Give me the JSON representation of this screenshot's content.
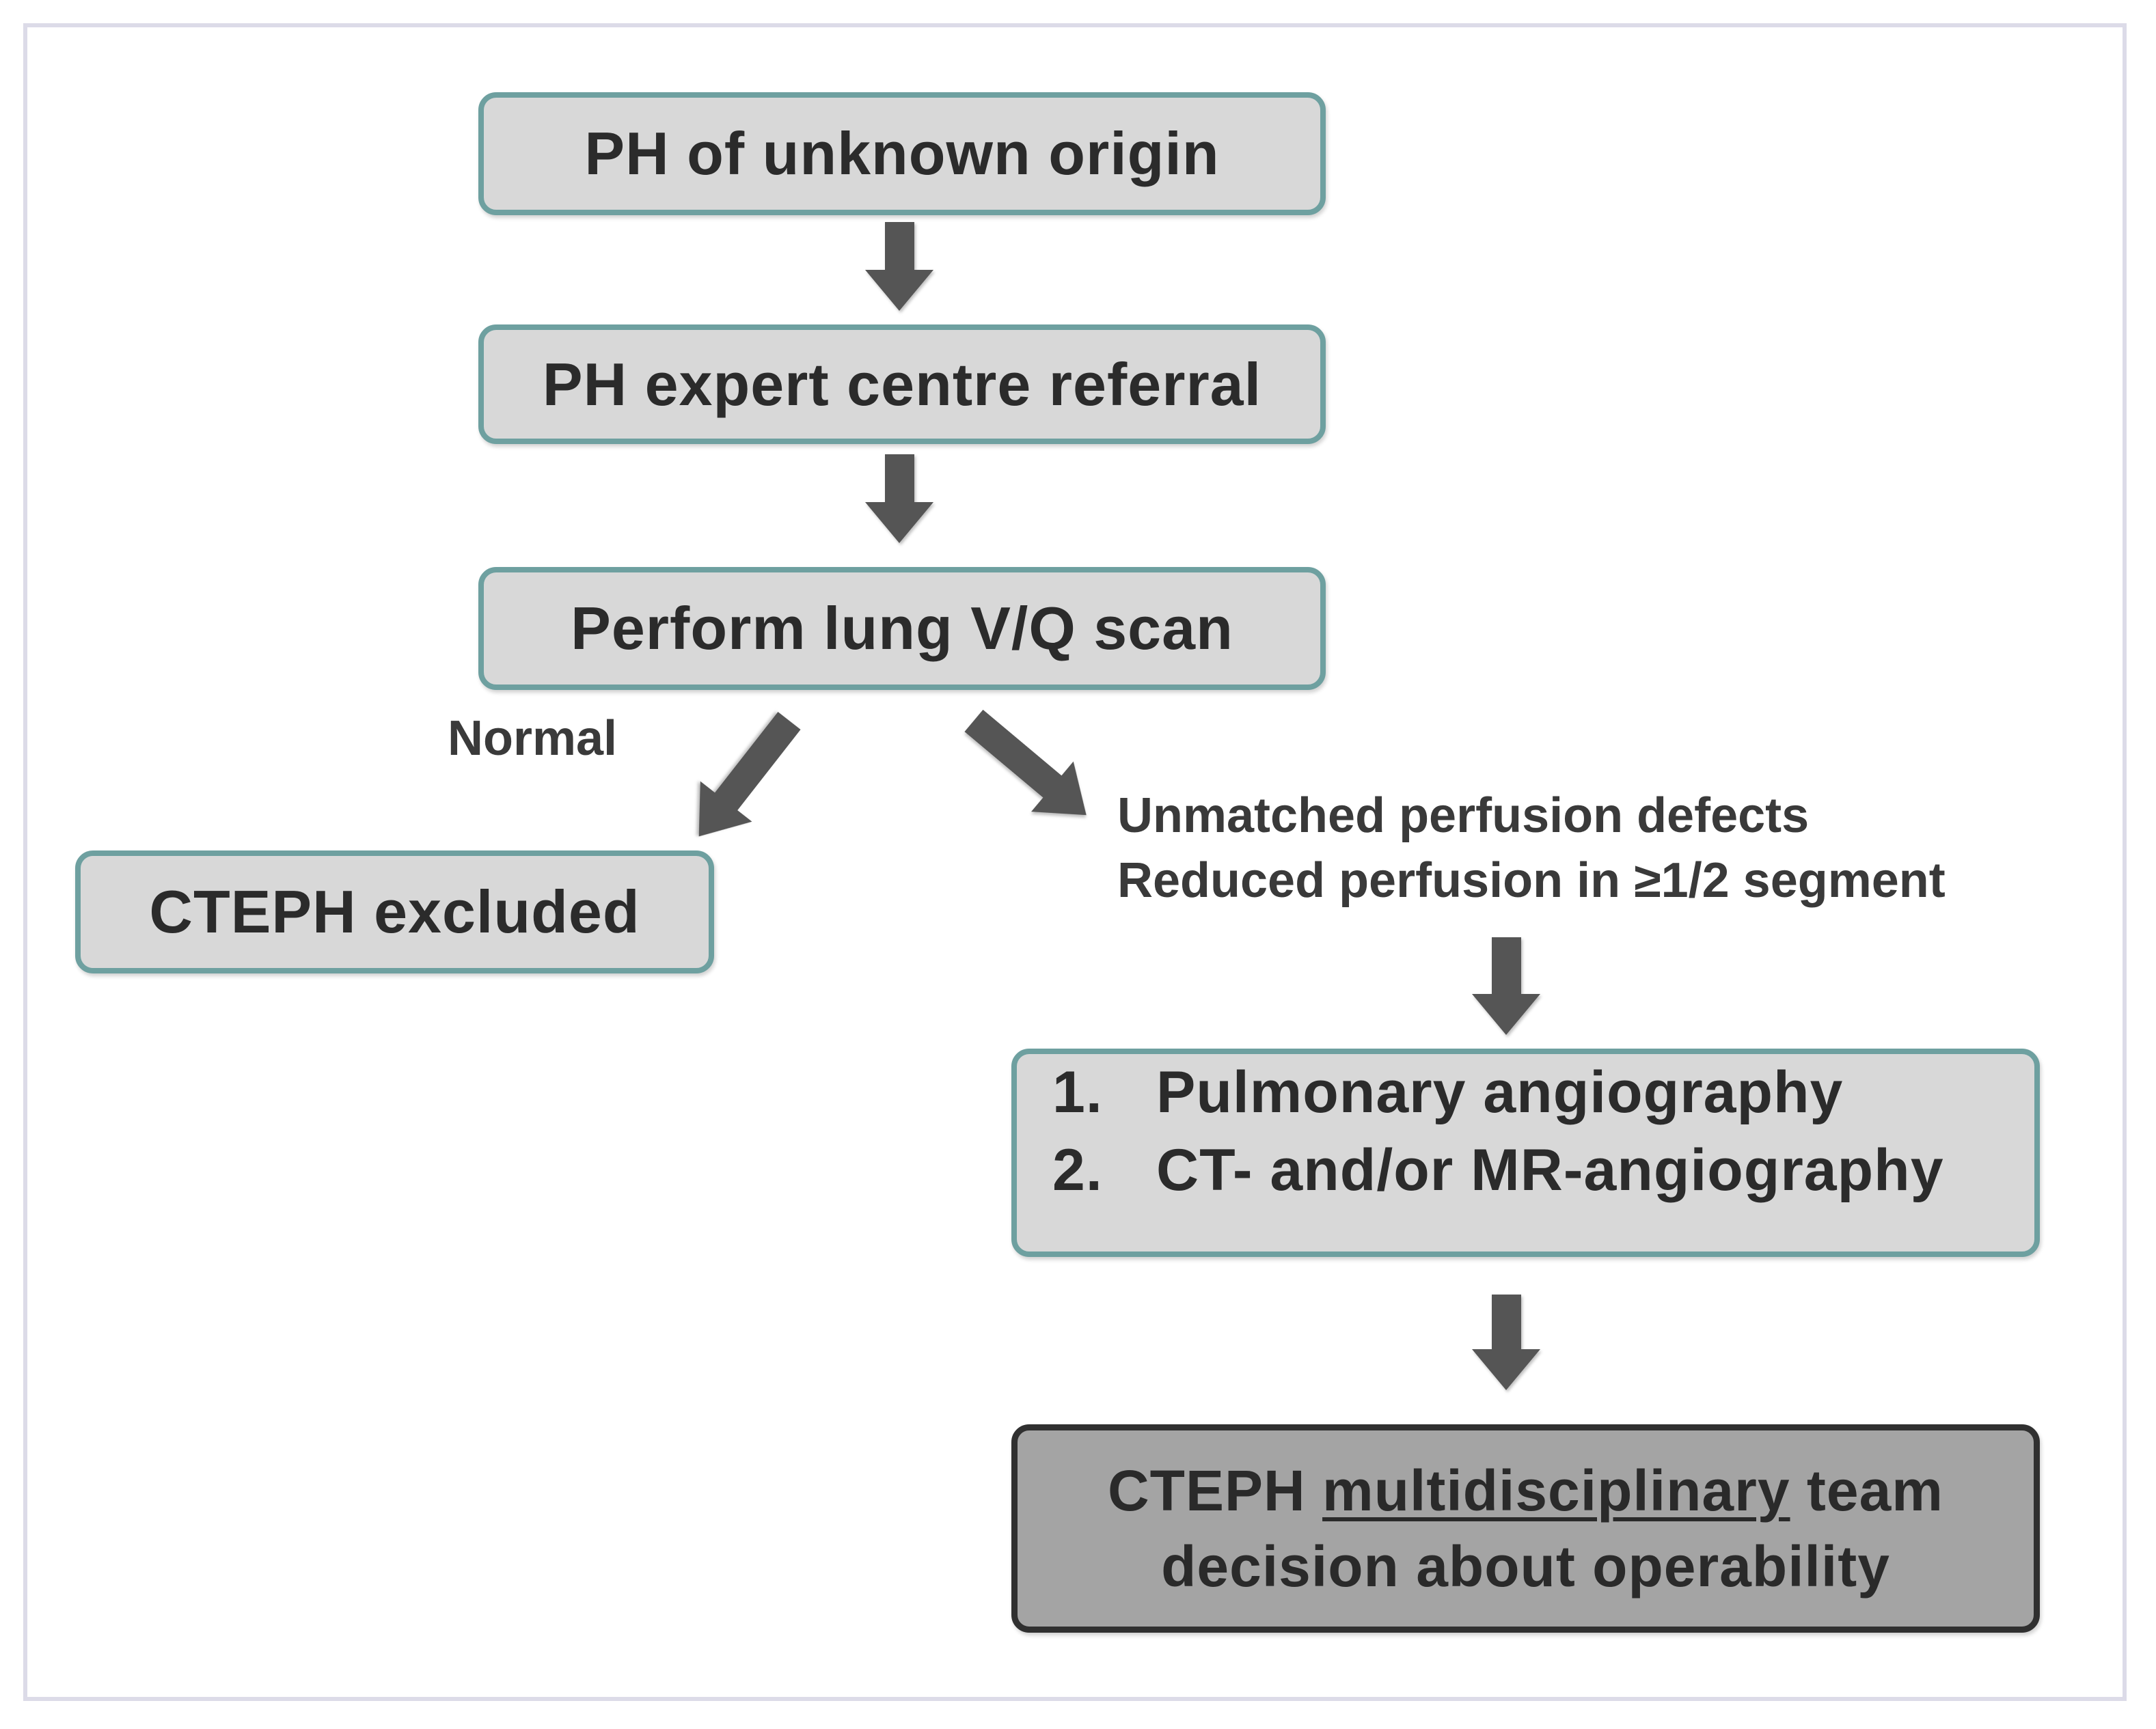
{
  "nodes": {
    "unknown_origin": "PH of unknown origin",
    "referral": "PH expert centre referral",
    "vq_scan": "Perform lung V/Q scan",
    "excluded": "CTEPH excluded",
    "imaging": {
      "items": [
        {
          "num": "1.",
          "text": "Pulmonary angiography"
        },
        {
          "num": "2.",
          "text": "CT- and/or MR-angiography"
        }
      ]
    },
    "decision": {
      "line1_prefix": "CTEPH ",
      "line1_underlined": "multidisciplinary",
      "line1_suffix": " team",
      "line2": "decision about operability"
    }
  },
  "edge_labels": {
    "normal": "Normal",
    "unmatched_line1": "Unmatched perfusion defects",
    "unmatched_line2": "Reduced perfusion in ≥1/2 segment"
  },
  "colors": {
    "box_fill": "#d8d8d8",
    "box_border": "#6ea0a0",
    "final_fill": "#a4a4a4",
    "final_border": "#303030",
    "arrow": "#555555"
  }
}
